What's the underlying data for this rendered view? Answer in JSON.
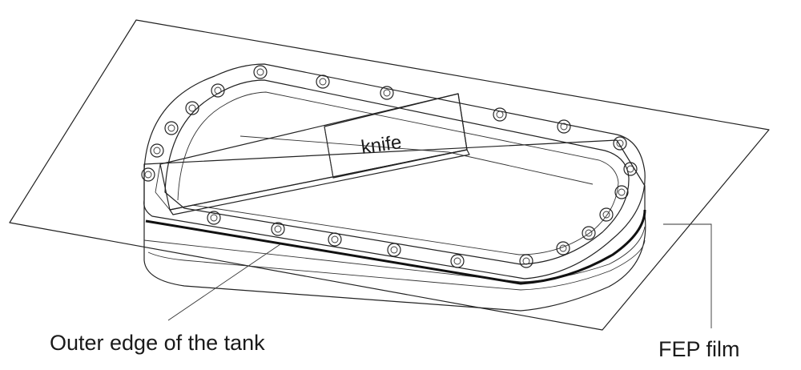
{
  "labels": {
    "knife": "knife",
    "outer_edge": "Outer edge of the tank",
    "fep_film": "FEP film"
  },
  "colors": {
    "stroke": "#222222",
    "background": "#ffffff",
    "text": "#1a1a1a"
  }
}
